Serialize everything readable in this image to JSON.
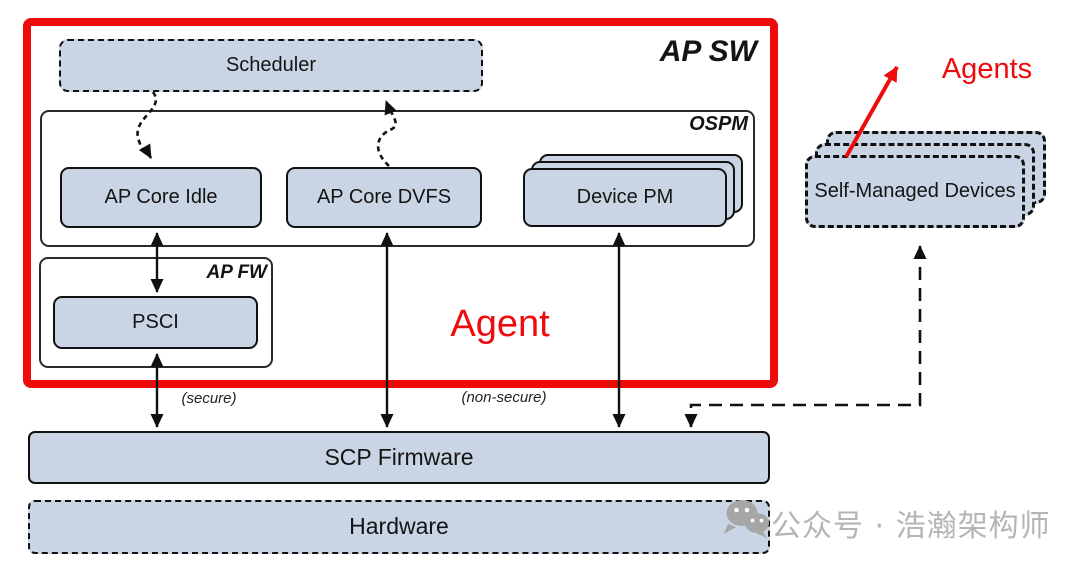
{
  "diagram": {
    "ap_sw_label": "AP SW",
    "ospm_label": "OSPM",
    "ap_fw_label": "AP FW",
    "scheduler_label": "Scheduler",
    "ap_core_idle_label": "AP Core Idle",
    "ap_core_dvfs_label": "AP Core DVFS",
    "device_pm_label": "Device PM",
    "psci_label": "PSCI",
    "scp_firmware_label": "SCP Firmware",
    "hardware_label": "Hardware",
    "self_managed_devices_label": "Self-Managed Devices",
    "agent_label": "Agent",
    "agents_label": "Agents",
    "secure_label": "(secure)",
    "non_secure_label": "(non-secure)"
  },
  "watermark": {
    "text": "公众号 · 浩瀚架构师",
    "icon": "wechat-icon"
  },
  "colors": {
    "box_fill": "#c9d5e4",
    "red": "#ee0b0b",
    "ink": "#141414",
    "watermark_gray": "#b5b5b5"
  }
}
